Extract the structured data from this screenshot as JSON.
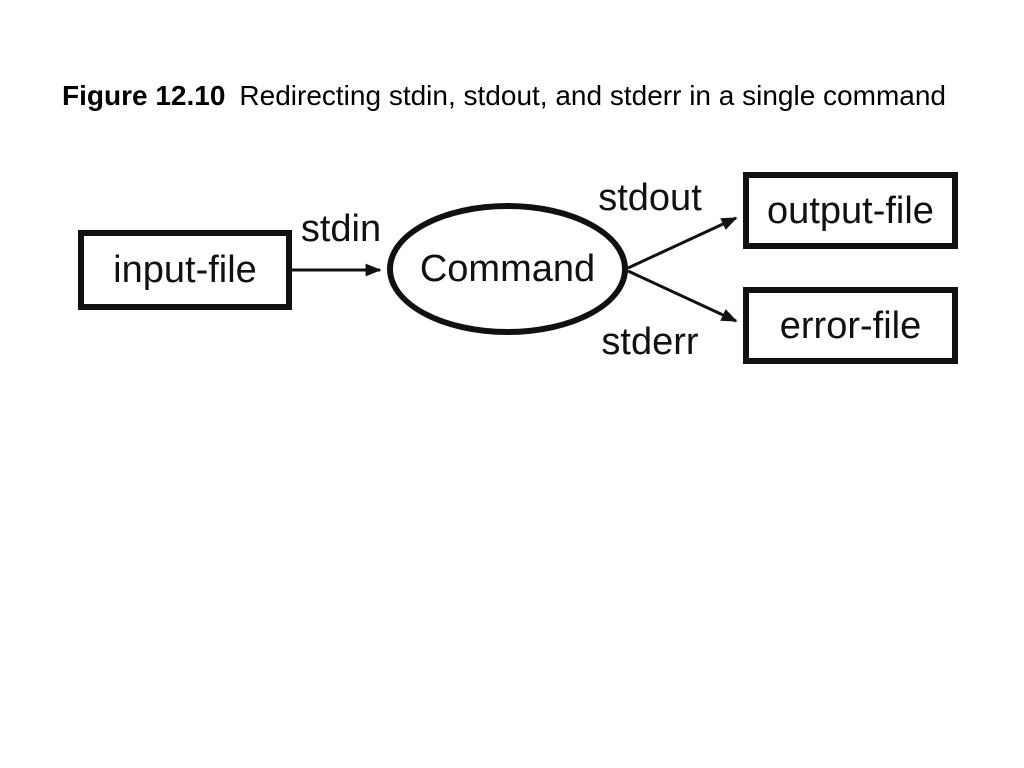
{
  "title": {
    "label": "Figure 12.10",
    "text": "Redirecting stdin, stdout, and stderr in a single command"
  },
  "diagram": {
    "nodes": [
      {
        "id": "input-file",
        "shape": "rectangle",
        "label": "input-file"
      },
      {
        "id": "command",
        "shape": "ellipse",
        "label": "Command"
      },
      {
        "id": "output-file",
        "shape": "rectangle",
        "label": "output-file"
      },
      {
        "id": "error-file",
        "shape": "rectangle",
        "label": "error-file"
      }
    ],
    "edges": [
      {
        "from": "input-file",
        "to": "command",
        "label": "stdin"
      },
      {
        "from": "command",
        "to": "output-file",
        "label": "stdout"
      },
      {
        "from": "command",
        "to": "error-file",
        "label": "stderr"
      }
    ],
    "colors": {
      "stroke": "#111111",
      "fill": "#ffffff",
      "text": "#111111",
      "background": "#ffffff"
    }
  }
}
